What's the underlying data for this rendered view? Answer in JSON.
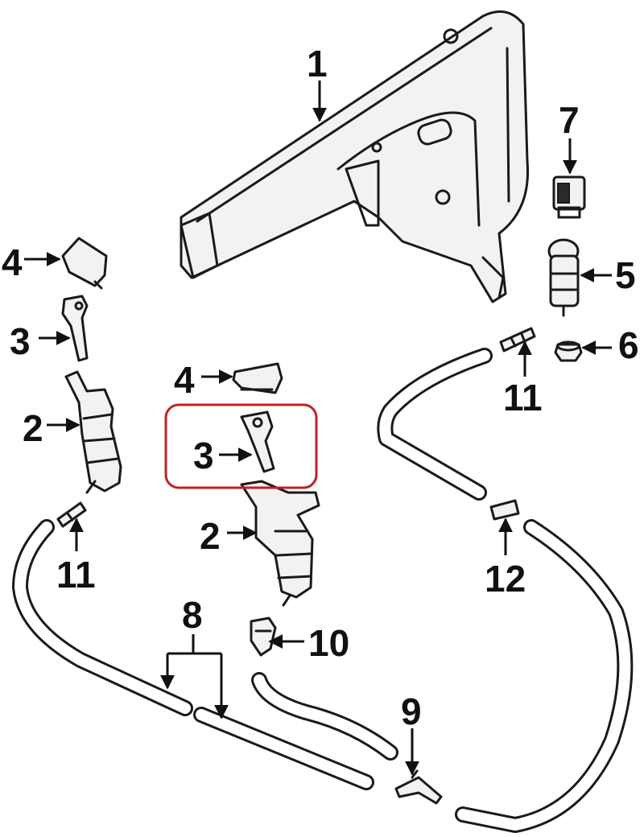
{
  "callouts": {
    "c1": "1",
    "c2a": "2",
    "c2b": "2",
    "c3a": "3",
    "c3b": "3",
    "c4a": "4",
    "c4b": "4",
    "c5": "5",
    "c6": "6",
    "c7": "7",
    "c8": "8",
    "c9": "9",
    "c10": "10",
    "c11a": "11",
    "c11b": "11",
    "c12": "12"
  },
  "highlight_color": "#c0202a",
  "highlighted_part": "3"
}
